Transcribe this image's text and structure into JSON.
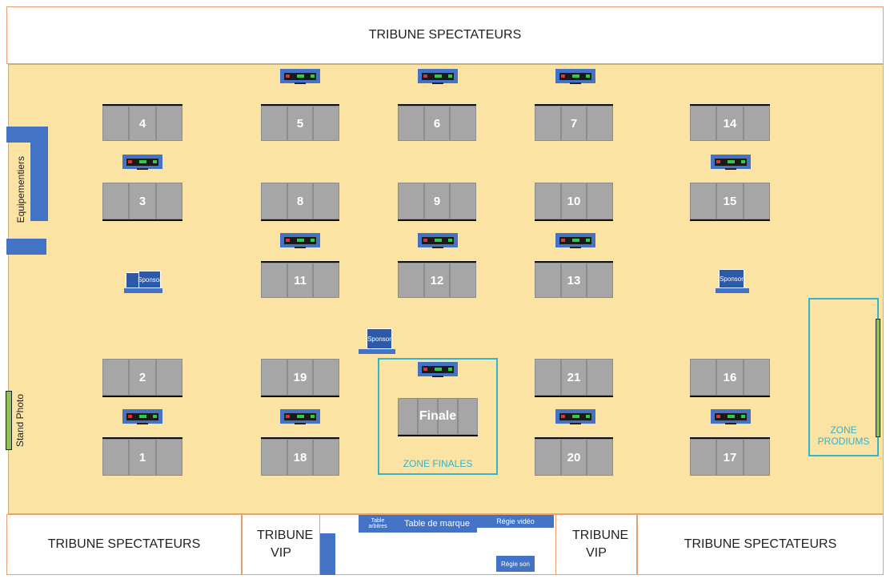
{
  "tribunes": {
    "top": "TRIBUNE SPECTATEURS",
    "bottom_left": "TRIBUNE SPECTATEURS",
    "bottom_right": "TRIBUNE SPECTATEURS",
    "vip_left": "TRIBUNE VIP",
    "vip_right": "TRIBUNE VIP"
  },
  "tables": [
    "4",
    "5",
    "6",
    "7",
    "14",
    "3",
    "8",
    "9",
    "10",
    "15",
    "11",
    "12",
    "13",
    "2",
    "19",
    "Finale",
    "21",
    "16",
    "1",
    "18",
    "20",
    "17"
  ],
  "zones": {
    "finales": "ZONE FINALES",
    "podiums": "ZONE PRODIUMS"
  },
  "labels": {
    "equipementiers": "Equipementiers",
    "stand_photo": "Stand Photo",
    "table_arbitres": "Table arbitres",
    "table_marque": "Table de marque",
    "regie_video": "Régie vidéo",
    "regie_son": "Régie son"
  },
  "sponsor_text": "Sponsor",
  "colors": {
    "floor": "#fbe3a4",
    "table": "#a6a6a6",
    "blue": "#4472c4",
    "zone": "#33b3cc",
    "green": "#8fc25a"
  }
}
